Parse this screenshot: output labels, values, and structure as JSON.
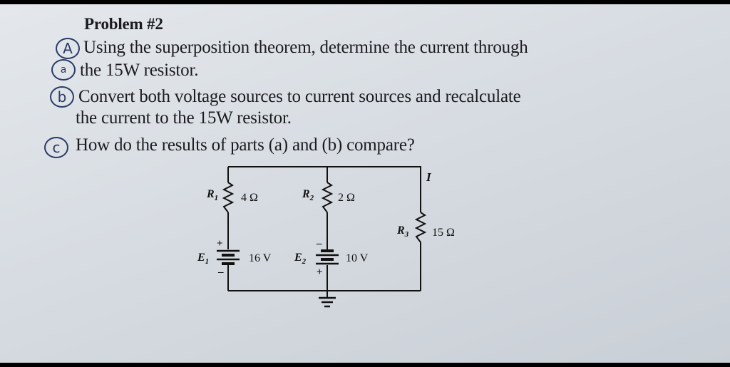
{
  "problem": {
    "title": "Problem #2",
    "marks": {
      "a": "A",
      "a2": "a",
      "b": "b",
      "c": "c"
    },
    "part_a": [
      "Using the superposition theorem, determine the current through",
      "the 15W resistor."
    ],
    "part_b": [
      "Convert both voltage sources to current sources and recalculate",
      "the current to the 15W resistor."
    ],
    "part_c": "How do the results of parts (a) and (b) compare?"
  },
  "circuit": {
    "r1": {
      "name": "R",
      "sub": "1",
      "value": "4 Ω"
    },
    "r2": {
      "name": "R",
      "sub": "2",
      "value": "2 Ω"
    },
    "r3": {
      "name": "R",
      "sub": "3",
      "value": "15 Ω"
    },
    "e1": {
      "name": "E",
      "sub": "1",
      "value": "16 V",
      "top_sign": "+",
      "bottom_sign": "–"
    },
    "e2": {
      "name": "E",
      "sub": "2",
      "value": "10 V",
      "top_sign": "–",
      "bottom_sign": "+"
    },
    "current_label": "I"
  }
}
